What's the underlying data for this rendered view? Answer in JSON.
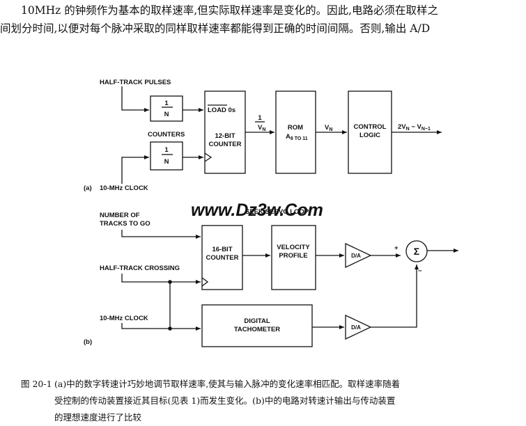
{
  "paragraph": {
    "line1": "10MHz 的钟频作为基本的取样速率,但实际取样速率是变化的。因此,电路必须在取样之",
    "line2": "间划分时间,以便对每个脉冲采取的同样取样速率都能得到正确的时间间隔。否则,输出 A/D"
  },
  "figure": {
    "a": {
      "tag": "(a)",
      "input_pulses": "HALF-TRACK PULSES",
      "input_clock": "10-MHz CLOCK",
      "divider_top": "1/N",
      "divider_bottom": "1/N",
      "counters_label": "COUNTERS",
      "counter_load": "LOAD 0s",
      "counter_name_1": "12-BIT",
      "counter_name_2": "COUNTER",
      "signal_inv_vn": "1/VN",
      "rom_1": "ROM",
      "rom_2": "A8 TO 11",
      "signal_vn": "VN",
      "control_1": "CONTROL",
      "control_2": "LOGIC",
      "output_formula": "2VN − VN−1"
    },
    "b": {
      "tag": "(b)",
      "loop_title": "SEEK SERVO LOOP",
      "input_tracks_1": "NUMBER OF",
      "input_tracks_2": "TRACKS TO GO",
      "input_crossing": "HALF-TRACK CROSSING",
      "input_clock": "10-MHz CLOCK",
      "counter_1": "16-BIT",
      "counter_2": "COUNTER",
      "profile_1": "VELOCITY",
      "profile_2": "PROFILE",
      "da_top": "D/A",
      "da_bottom": "D/A",
      "tach_1": "DIGITAL",
      "tach_2": "TACHOMETER",
      "sum_symbol": "Σ",
      "plus": "+",
      "minus": "−"
    }
  },
  "watermark": "www.Dz3w.Com",
  "caption": {
    "figure_number": "图 20-1",
    "line1": "(a)中的数字转速计巧妙地调节取样速率,使其与输入脉冲的变化速率相匹配。取样速率随着",
    "line2": "受控制的传动装置接近其目标(见表 1)而发生变化。(b)中的电路对转速计输出与传动装置",
    "line3": "的理想速度进行了比较"
  },
  "colors": {
    "ink": "#111111",
    "watermark": "#ff8a1e"
  }
}
